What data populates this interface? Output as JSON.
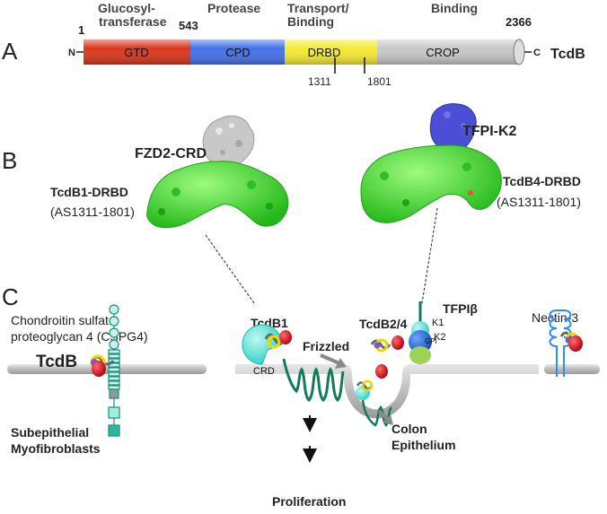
{
  "panel_a": {
    "letter": "A",
    "protein": "TcdB",
    "n_term": "N",
    "c_term": "C",
    "pos_start": "1",
    "pos_543": "543",
    "pos_end": "2366",
    "pos_1311": "1311",
    "pos_1801": "1801",
    "functions": {
      "gtd_line1": "Glucosyl-",
      "gtd_line2": "transferase",
      "cpd": "Protease",
      "drbd_line1": "Transport/",
      "drbd_line2": "Binding",
      "crop": "Binding"
    },
    "domains": {
      "gtd": "GTD",
      "cpd": "CPD",
      "drbd": "DRBD",
      "crop": "CROP"
    },
    "colors": {
      "gtd": "#d9381e",
      "cpd": "#4472e8",
      "drbd": "#f5ea33",
      "crop": "#c8c8c8"
    }
  },
  "panel_b": {
    "letter": "B",
    "left_receptor": "FZD2-CRD",
    "left_toxin": "TcdB1-DRBD",
    "left_range": "(AS1311-1801)",
    "right_receptor": "TFPI-K2",
    "right_toxin": "TcdB4-DRBD",
    "right_range": "(AS1311-1801)",
    "colors": {
      "toxin_surface": "#3dd62f",
      "fzd2": "#c8c8c8",
      "tfpi": "#4b4fd6"
    }
  },
  "panel_c": {
    "letter": "C",
    "cspg4_line1": "Chondroitin sulfate",
    "cspg4_line2": "proteoglycan 4 (CSPG4)",
    "tcdb": "TcdB",
    "subepithelial_line1": "Subepithelial",
    "subepithelial_line2": "Myofibroblasts",
    "tcdb1": "TcdB1",
    "crd": "CRD",
    "frizzled": "Frizzled",
    "proliferation": "Proliferation",
    "tcdb24": "TcdB2/4",
    "tfpi_beta": "TFPIβ",
    "k1": "K1",
    "k2": "K2",
    "gpi": "GPI",
    "colon_line1": "Colon",
    "colon_line2": "Epithelium",
    "nectin": "Nectin-3"
  }
}
